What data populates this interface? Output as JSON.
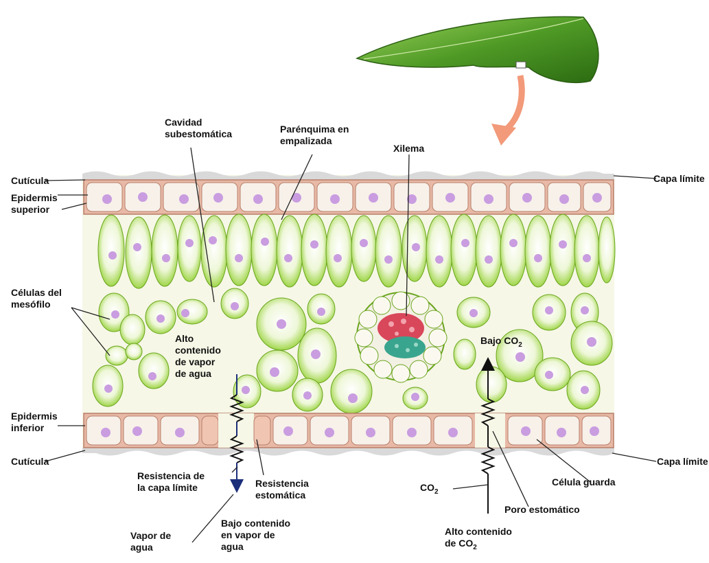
{
  "labels": {
    "cuticula_top": "Cutícula",
    "epidermis_superior": "Epidermis\nsuperior",
    "cavidad": "Cavidad\nsubestomática",
    "parenquima": "Parénquima en\nempalizada",
    "xilema": "Xilema",
    "capa_limite_top": "Capa límite",
    "celulas_mesofilo": "Células del\nmesófilo",
    "alto_vapor": "Alto\ncontenido\nde vapor\nde agua",
    "bajo_co2": "Bajo CO",
    "epidermis_inferior": "Epidermis\ninferior",
    "cuticula_bottom": "Cutícula",
    "capa_limite_bottom": "Capa límite",
    "resistencia_capa": "Resistencia de\nla capa límite",
    "resistencia_estomatica": "Resistencia\nestomática",
    "co2": "CO",
    "celula_guarda": "Célula guarda",
    "poro_estomatico": "Poro estomático",
    "vapor_agua": "Vapor de\nagua",
    "bajo_vapor": "Bajo contenido\nen vapor de\nagua",
    "alto_co2": "Alto contenido\nde",
    "co2_b": "CO",
    "sub2": "2"
  },
  "colors": {
    "leaf": "#4f9a26",
    "cell_fill": "#f3f0e4",
    "cell_border": "#b87f69",
    "mesophyll_green": "#8fcf2b",
    "nucleus": "#c99de0",
    "xylem_red": "#d9475a",
    "xylem_teal": "#3aa58e",
    "arrow": "#f29a7a",
    "resistor": "#1a1a1a",
    "flow_arrow": "#1b2e7a"
  }
}
